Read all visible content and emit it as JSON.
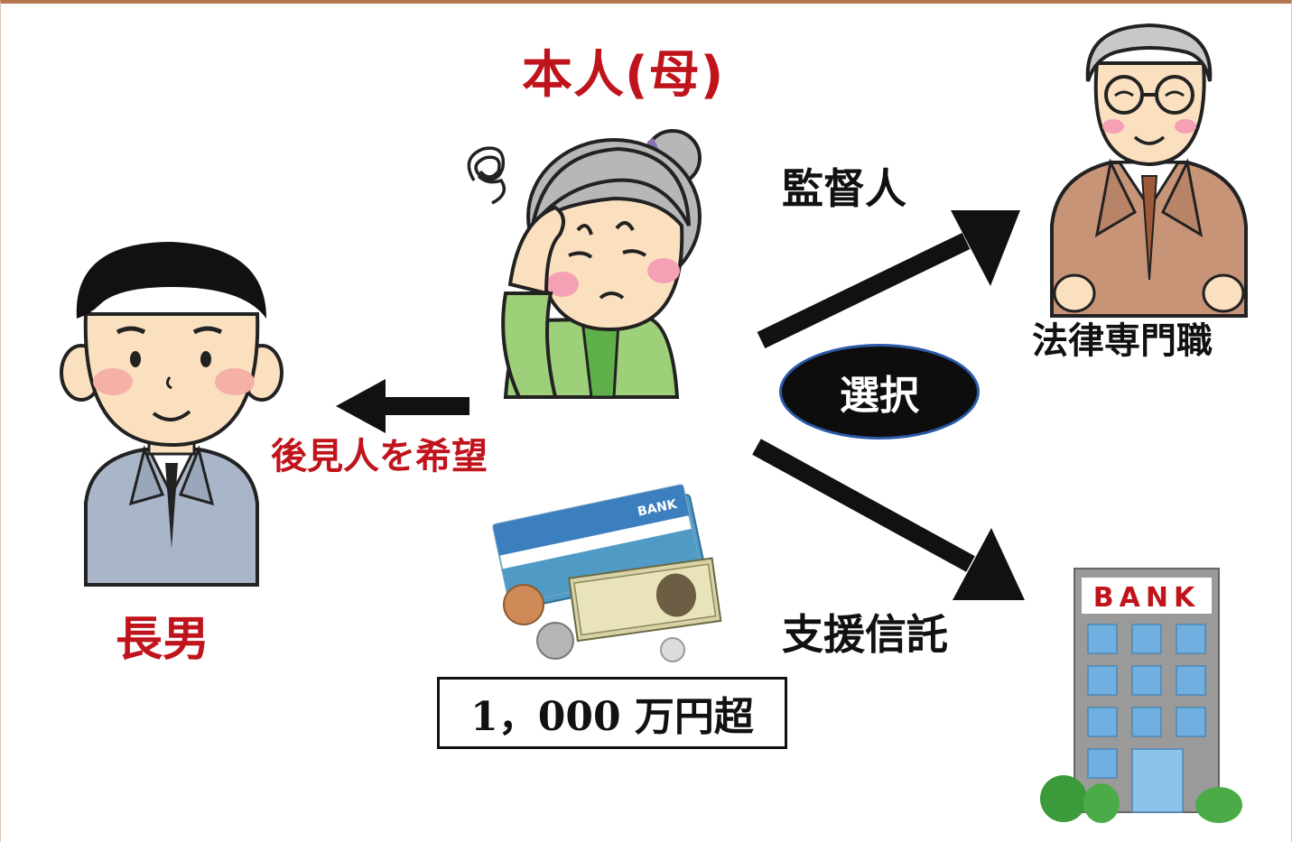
{
  "labels": {
    "mother": "本人(母)",
    "son": "長男",
    "wish": "後見人を希望",
    "supervisor": "監督人",
    "trust": "支援信託",
    "legal_professional": "法律専門職",
    "choice": "選択",
    "amount": "1，000 万円超"
  },
  "bank": {
    "sign": "BANK",
    "passbook_label": "BANK"
  },
  "colors": {
    "accent_red": "#c0141c",
    "frame_brown": "#b5774f",
    "choice_border": "#2a5aa8"
  },
  "icons": [
    "elderly-woman-icon",
    "eldest-son-icon",
    "legal-professional-icon",
    "bank-building-icon",
    "passbook-money-icon",
    "arrow-left-icon",
    "arrow-up-right-icon",
    "arrow-down-right-icon"
  ]
}
